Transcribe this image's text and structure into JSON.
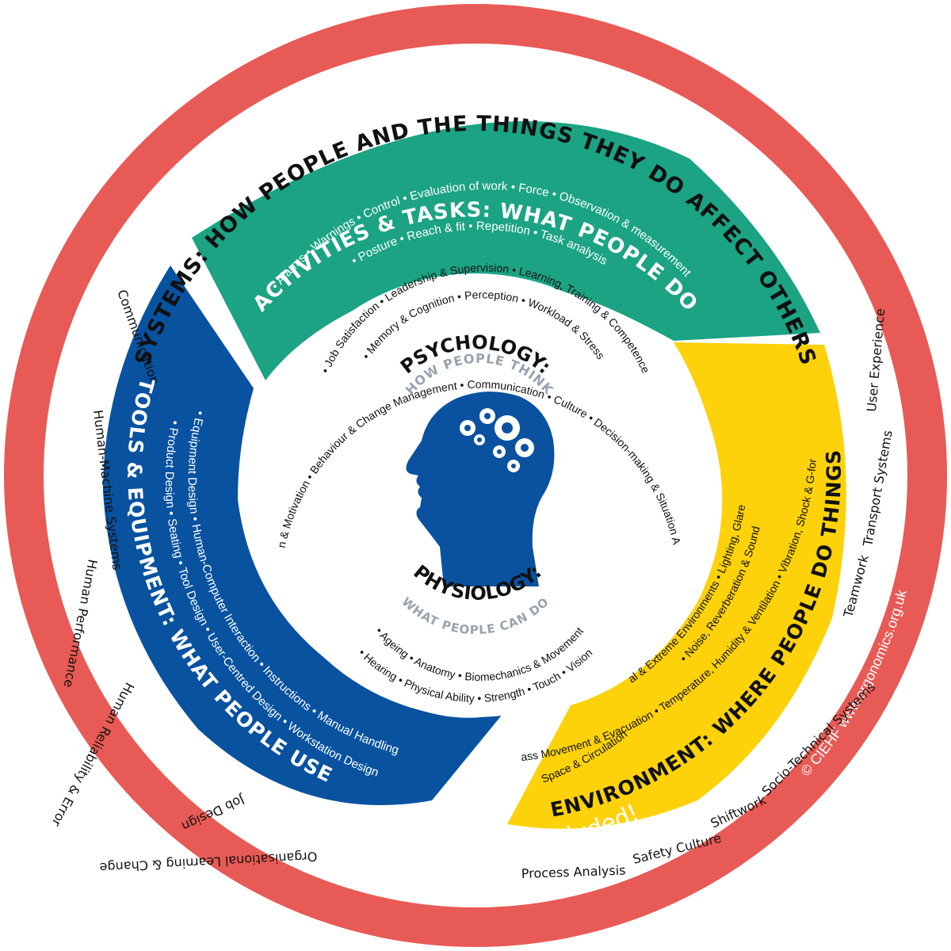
{
  "title": "ERGONOMICS & HUMAN FACTORS",
  "footer": "A flavour of what’s included!",
  "copyright": "© CIEHF www.ergonomics.org.uk",
  "colors": {
    "outer_ring": "#E85A55",
    "activities": "#1BA383",
    "tools": "#0852A0",
    "environment": "#FDD20B",
    "head": "#0A52A0",
    "subtitle_grey": "#98A2AE"
  },
  "systems": {
    "heading": "SYSTEMS: HOW PEOPLE AND THE THINGS THEY DO AFFECT OTHERS",
    "items_left": [
      "Communication",
      "Human-Machine Systems",
      "Human Performance",
      "Human Reliability & Error",
      "Job Design",
      "Organisational Learning & Change",
      "Process Analysis",
      "Safety Culture",
      "Shiftwork",
      "Socio-Technical Systems",
      "Teamwork",
      "Transport Systems",
      "User Experience"
    ]
  },
  "activities": {
    "heading": "ACTIVITIES & TASKS: WHAT PEOPLE DO",
    "row1": "• Alarms • Warnings • Control • Evaluation of work • Force • Observation & measurement",
    "row2": "• Posture • Reach & fit • Repetition • Task analysis"
  },
  "tools": {
    "heading": "TOOLS & EQUIPMENT: WHAT PEOPLE USE",
    "row1": "• Equipment Design • Human-Computer Interaction • Instructions • Manual Handling",
    "row2": "• Product Design • Seating • Tool Design • User-Centred Design • Workstation Design"
  },
  "environment": {
    "heading": "ENVIRONMENT: WHERE PEOPLE DO THINGS",
    "row1": "• Abnormal & Extreme Environments • Lighting, Glare & Flicker",
    "row1b": "• Noise, Reverberation & Sound",
    "row2": "• Mass Movement & Evacuation • Temperature, Humidity & Ventilation • Vibration, Shock & G-forces",
    "row3": "• Space & Circulation"
  },
  "psychology": {
    "heading": "PSYCHOLOGY:",
    "subheading": "HOW PEOPLE THINK",
    "row1": "• Attention & Motivation • Behaviour & Change Management • Communication • Culture • Decision-making & Situation Awareness",
    "row2": "• Job Satisfaction • Leadership & Supervision • Learning, Training & Competence",
    "row3": "• Memory & Cognition • Perception • Workload & Stress"
  },
  "physiology": {
    "heading": "PHYSIOLOGY:",
    "subheading": "WHAT PEOPLE CAN DO",
    "row1": "• Ageing • Anatomy • Biomechanics & Movement",
    "row2": "• Hearing • Physical Ability • Strength • Touch • Vision"
  }
}
